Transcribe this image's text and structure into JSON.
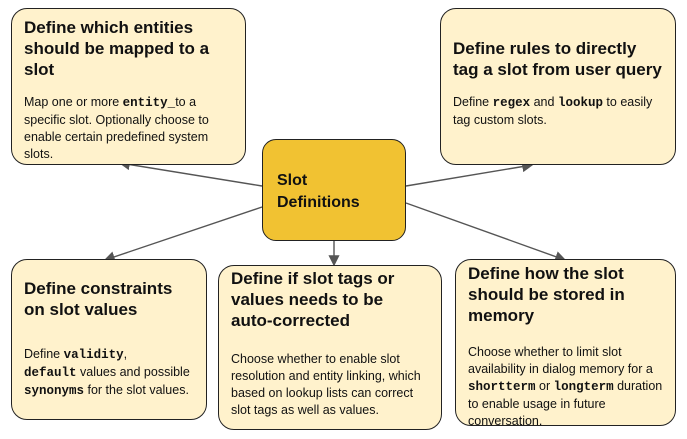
{
  "center": {
    "title_line1": "Slot",
    "title_line2": "Definitions"
  },
  "boxes": {
    "entities": {
      "title": "Define which entities should be mapped to a slot",
      "desc_parts": [
        "Map one or more ",
        "entity_",
        "to a specific slot. Optionally choose to enable certain predefined system slots."
      ]
    },
    "rules": {
      "title": "Define rules to directly tag a slot from user query",
      "desc_parts": [
        "Define ",
        "regex",
        " and ",
        "lookup",
        " to easily tag custom slots."
      ]
    },
    "constraints": {
      "title": "Define constraints on slot values",
      "desc_parts": [
        "Define ",
        "validity",
        ",",
        "default",
        " values and possible ",
        "synonyms",
        " for the slot values."
      ]
    },
    "autocorrect": {
      "title": "Define if slot tags or values needs to be auto-corrected",
      "desc": "Choose whether to enable slot resolution and entity linking, which based on lookup lists can correct slot tags as well as values."
    },
    "memory": {
      "title": "Define how the slot should be stored in memory",
      "desc_parts": [
        "Choose whether to limit slot availability in dialog memory for a ",
        "shortterm",
        " or ",
        "longterm",
        " duration to enable usage in future conversation."
      ]
    }
  },
  "colors": {
    "box_fill": "#fff2cc",
    "center_fill": "#f1c232",
    "stroke": "#222222",
    "arrow": "#555555"
  }
}
